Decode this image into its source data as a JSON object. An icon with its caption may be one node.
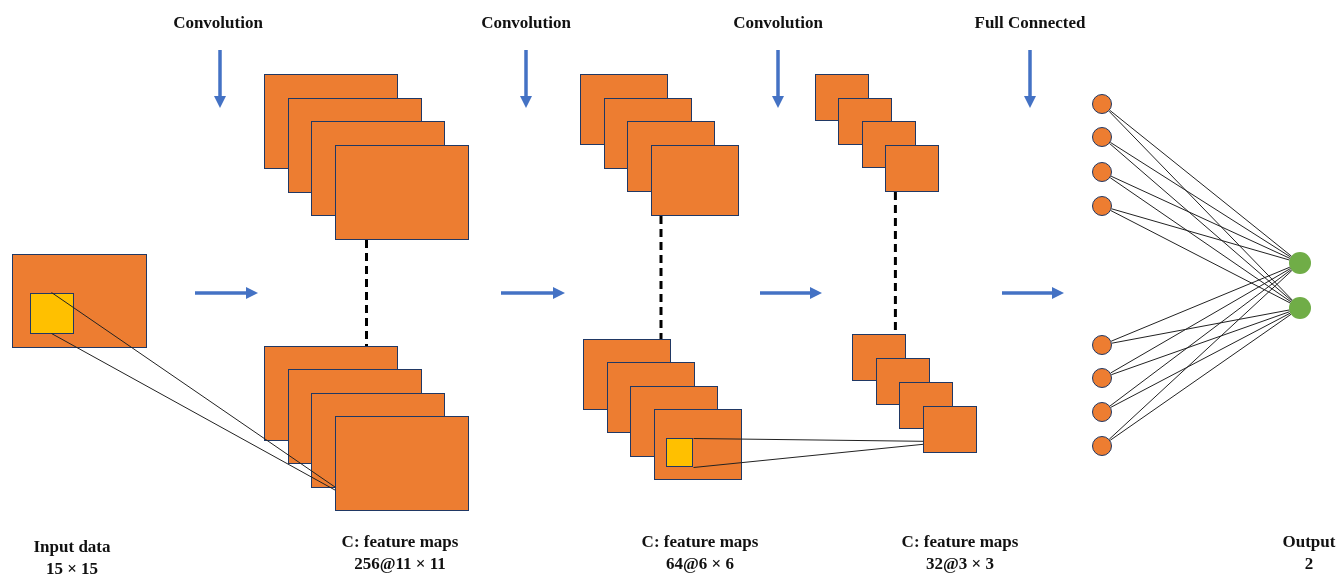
{
  "diagram": {
    "nodes": [
      {
        "text": [],
        "shape": "box"
      },
      {
        "text": [],
        "shape": "box",
        "in": 0
      },
      {
        "text": [],
        "shape": "box"
      },
      {
        "text": [],
        "shape": "box"
      },
      {
        "text": [],
        "shape": "box"
      },
      {
        "text": [],
        "shape": "box"
      },
      {
        "text": [],
        "shape": "box",
        "in": 5
      },
      {
        "text": [],
        "shape": "box"
      },
      {
        "text": [],
        "shape": "box"
      },
      {
        "text": [],
        "shape": "circle"
      },
      {
        "text": [],
        "shape": "circle"
      },
      {
        "text": [],
        "shape": "circle"
      },
      {
        "text": [],
        "shape": "circle"
      },
      {
        "text": [],
        "shape": "circle"
      },
      {
        "text": [],
        "shape": "circle"
      },
      {
        "text": [],
        "shape": "circle"
      },
      {
        "text": [],
        "shape": "circle"
      },
      {
        "text": [],
        "shape": "circle"
      },
      {
        "text": [],
        "shape": "circle"
      }
    ],
    "edges": [
      {
        "from": 2,
        "to": 3,
        "arrow": "none",
        "style": "dashed"
      },
      {
        "from": 4,
        "to": 5,
        "arrow": "none",
        "style": "dashed"
      },
      {
        "from": 7,
        "to": 8,
        "arrow": "none",
        "style": "dashed"
      },
      {
        "from": 1,
        "to": 3,
        "arrow": "none"
      },
      {
        "from": 6,
        "to": 8,
        "arrow": "none"
      },
      {
        "from": 9,
        "to": 17,
        "arrow": "none"
      },
      {
        "from": 9,
        "to": 18,
        "arrow": "none"
      },
      {
        "from": 10,
        "to": 17,
        "arrow": "none"
      },
      {
        "from": 10,
        "to": 18,
        "arrow": "none"
      },
      {
        "from": 11,
        "to": 17,
        "arrow": "none"
      },
      {
        "from": 11,
        "to": 18,
        "arrow": "none"
      },
      {
        "from": 12,
        "to": 17,
        "arrow": "none"
      },
      {
        "from": 12,
        "to": 18,
        "arrow": "none"
      },
      {
        "from": 13,
        "to": 17,
        "arrow": "none"
      },
      {
        "from": 13,
        "to": 18,
        "arrow": "none"
      },
      {
        "from": 14,
        "to": 17,
        "arrow": "none"
      },
      {
        "from": 14,
        "to": 18,
        "arrow": "none"
      },
      {
        "from": 15,
        "to": 17,
        "arrow": "none"
      },
      {
        "from": 15,
        "to": 18,
        "arrow": "none"
      },
      {
        "from": 16,
        "to": 17,
        "arrow": "none"
      },
      {
        "from": 16,
        "to": 18,
        "arrow": "none"
      }
    ],
    "labels": [
      "Convolution",
      "Convolution",
      "Convolution",
      "Full Connected",
      "Input data 15 × 15",
      "C: feature maps 256@11 × 11",
      "C: feature maps 64@6 × 6",
      "C: feature maps 32@3 × 3",
      "Output 2"
    ]
  }
}
